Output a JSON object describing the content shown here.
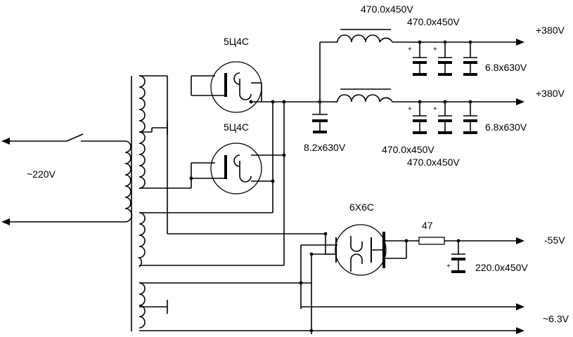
{
  "labels": {
    "rectifier_top": "5Ц4С",
    "rectifier_bottom": "5Ц4С",
    "rectifier_bias": "6Х6С",
    "mains": "~220V",
    "out_top": "+380V",
    "out_mid": "+380V",
    "out_bias": "-55V",
    "out_heater": "~6.3V",
    "cap_top_1": "470.0x450V",
    "cap_top_2": "470.0x450V",
    "cap_top_3": "6.8x630V",
    "cap_mid_1": "470.0x450V",
    "cap_mid_2": "470.0x450V",
    "cap_mid_3": "6.8x630V",
    "cap_input": "8.2x630V",
    "resistor": "47",
    "cap_bias": "220.0x450V",
    "polarity": "+"
  }
}
